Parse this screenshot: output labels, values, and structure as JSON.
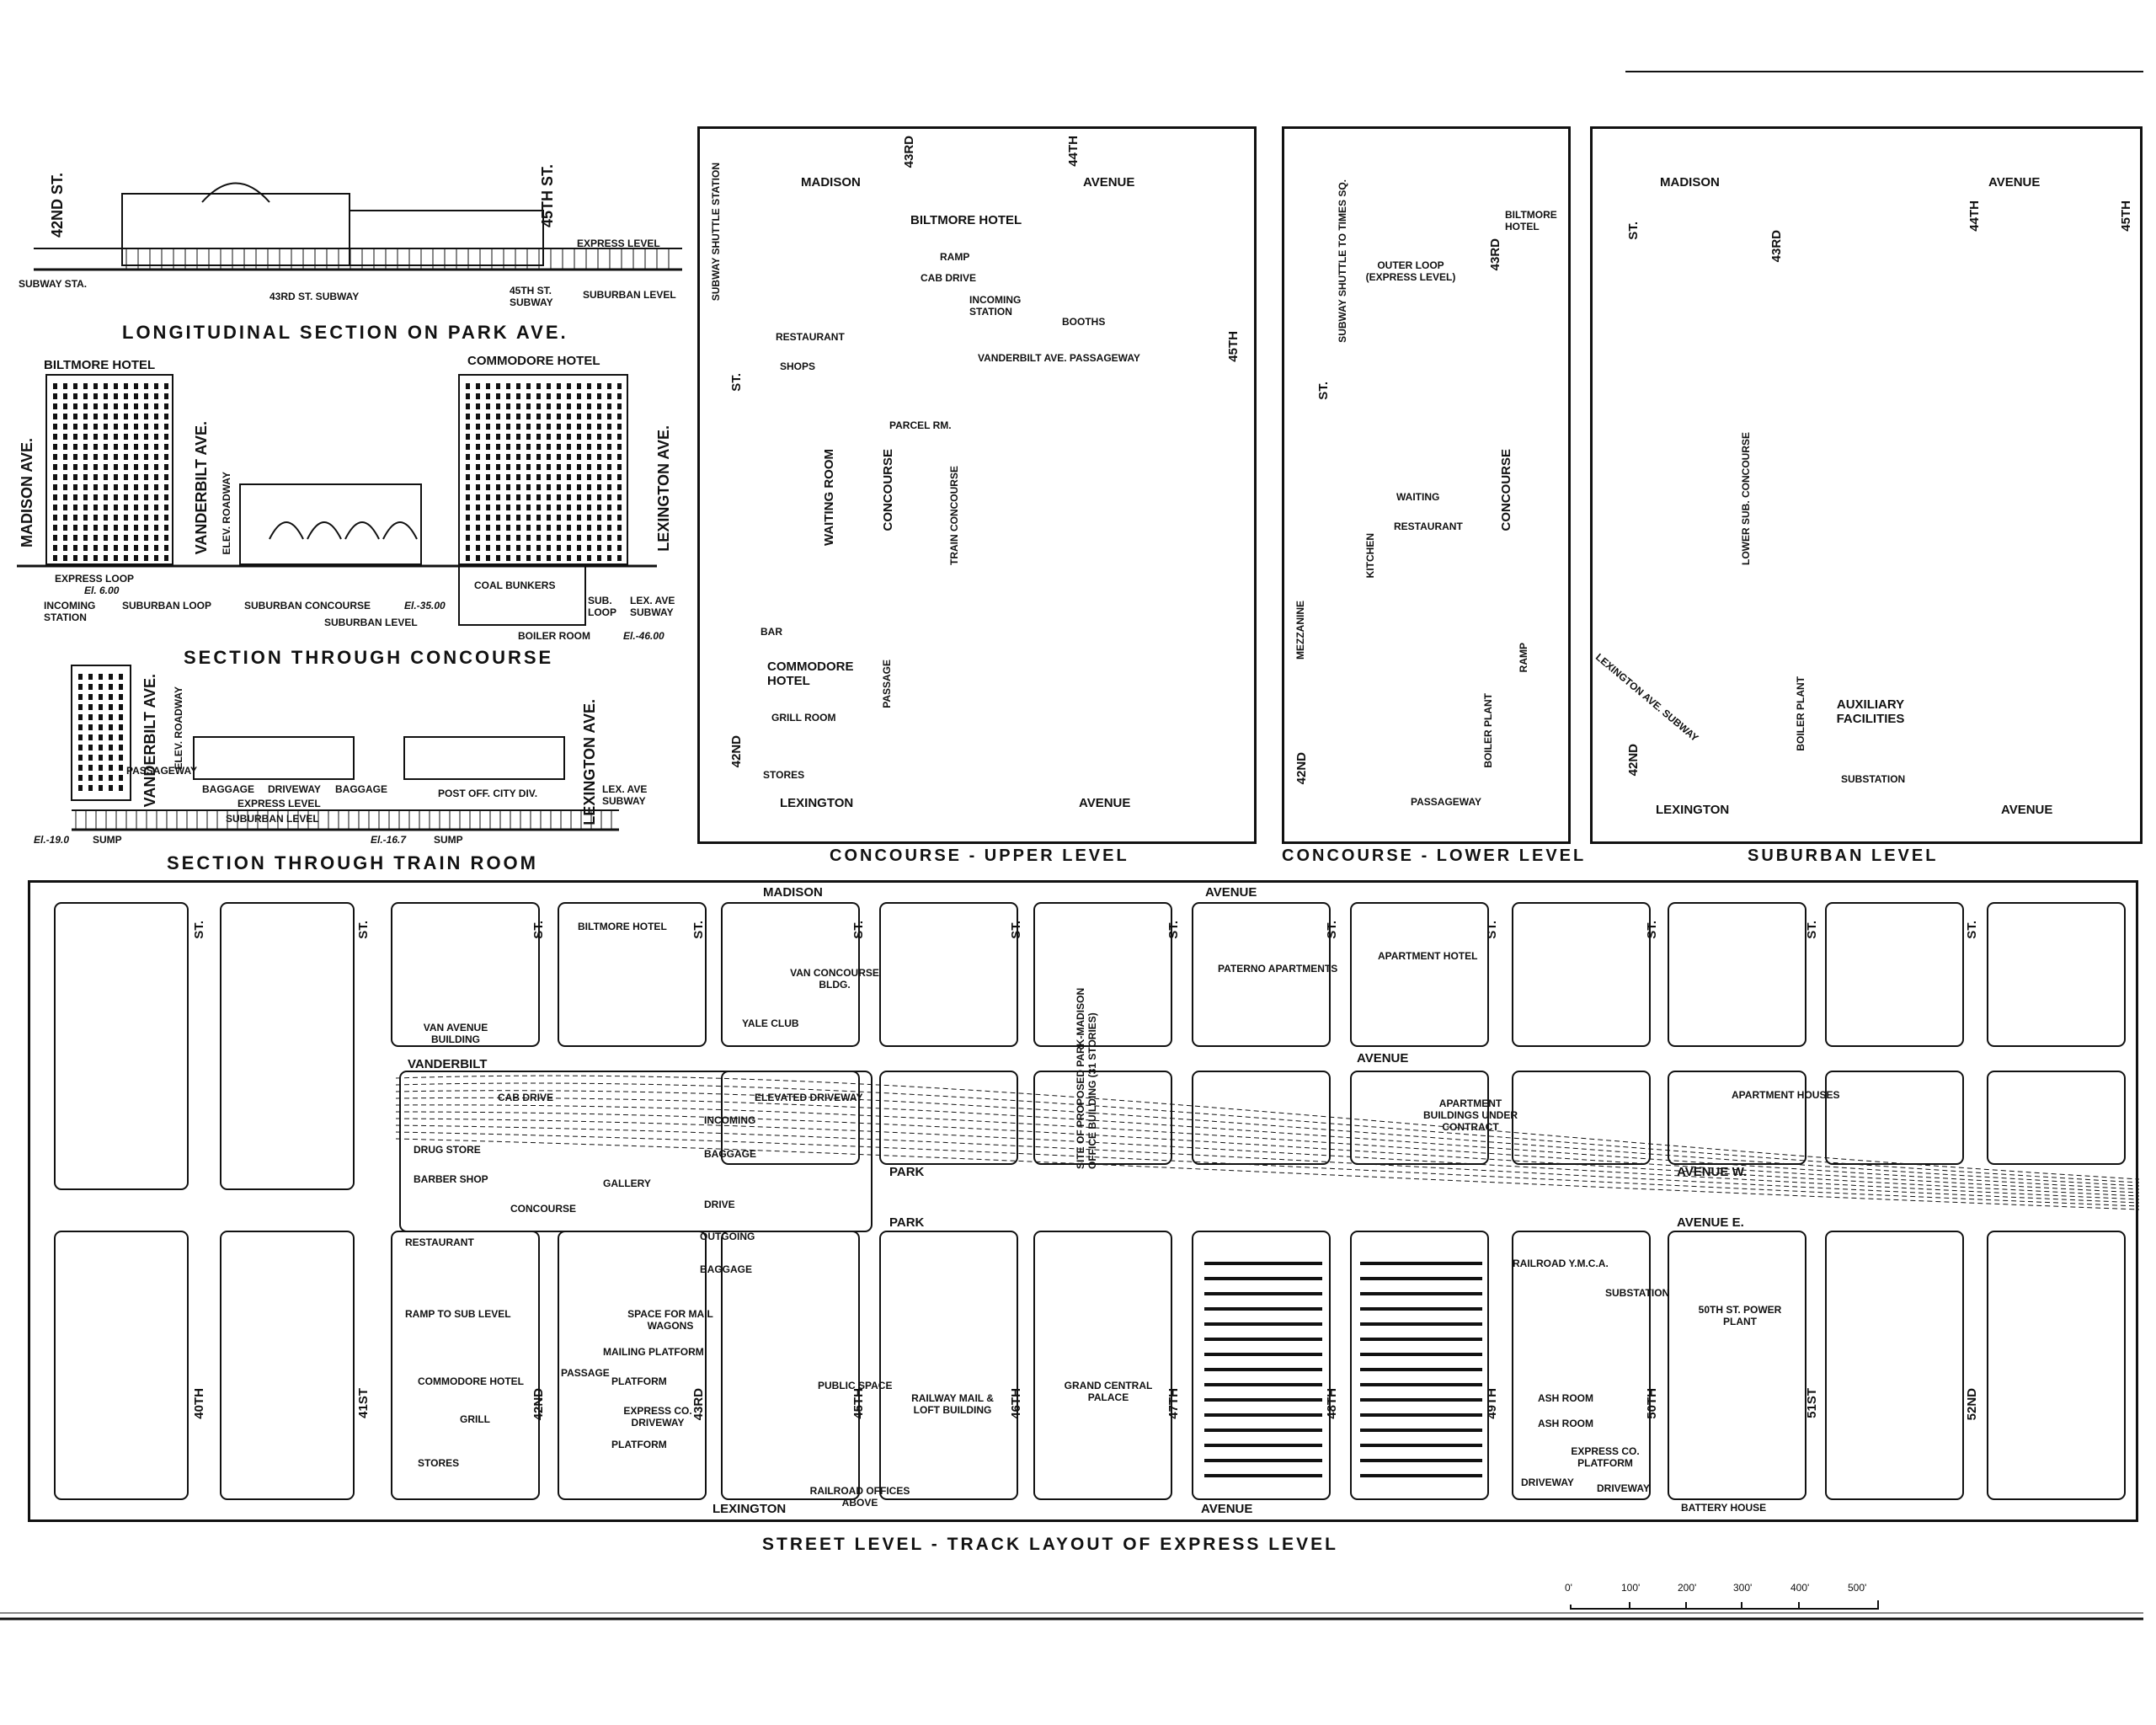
{
  "sections": {
    "longitudinal": {
      "title": "LONGITUDINAL SECTION ON PARK AVE.",
      "labels": [
        "42ND ST.",
        "45TH ST.",
        "EXPRESS LEVEL",
        "SUBWAY STA.",
        "43RD ST. SUBWAY",
        "45TH ST. SUBWAY",
        "SUBURBAN LEVEL"
      ]
    },
    "concourse": {
      "title": "SECTION THROUGH CONCOURSE",
      "labels": [
        "BILTMORE HOTEL",
        "COMMODORE HOTEL",
        "MADISON AVE.",
        "VANDERBILT AVE.",
        "ELEV. ROADWAY",
        "LEXINGTON AVE.",
        "EXPRESS LOOP",
        "El. 6.00",
        "INCOMING STATION",
        "SUBURBAN LOOP",
        "SUBURBAN CONCOURSE",
        "SUBURBAN LEVEL",
        "El.-35.00",
        "COAL BUNKERS",
        "SUB. LOOP",
        "LEX. AVE SUBWAY",
        "BOILER ROOM",
        "El.-46.00"
      ]
    },
    "train_room": {
      "title": "SECTION THROUGH TRAIN ROOM",
      "labels": [
        "VANDERBILT AVE.",
        "ELEV. ROADWAY",
        "LEXINGTON AVE.",
        "PASSAGEWAY",
        "BAGGAGE",
        "DRIVEWAY",
        "BAGGAGE",
        "EXPRESS LEVEL",
        "SUBURBAN LEVEL",
        "POST OFF. CITY DIV.",
        "LEX. AVE SUBWAY",
        "El.-19.0",
        "SUMP",
        "El.-16.7",
        "SUMP"
      ]
    }
  },
  "plans": {
    "upper": {
      "title": "CONCOURSE - UPPER LEVEL",
      "labels": [
        "MADISON",
        "AVENUE",
        "43RD",
        "44TH",
        "45TH",
        "BILTMORE HOTEL",
        "INCOMING STATION",
        "ST.",
        "42ND",
        "SUBWAY SHUTTLE STATION",
        "RESTAURANT",
        "SHOPS",
        "WAITING ROOM",
        "CONCOURSE",
        "TRAIN CONCOURSE",
        "VANDERBILT AVE. PASSAGEWAY",
        "COMMODORE HOTEL",
        "BAR",
        "GRILL ROOM",
        "STORES",
        "PASSAGE",
        "BOOTHS",
        "LEXINGTON",
        "AVENUE",
        "PARCEL RM.",
        "RAMP",
        "CAB DRIVE"
      ]
    },
    "lower": {
      "title": "CONCOURSE - LOWER LEVEL",
      "labels": [
        "OUTER LOOP (EXPRESS LEVEL)",
        "BILTMORE HOTEL",
        "43RD",
        "ST.",
        "SUBWAY SHUTTLE TO TIMES SQ.",
        "MEZZANINE",
        "42ND",
        "KITCHEN",
        "RESTAURANT",
        "WAITING",
        "CONCOURSE",
        "BOILER PLANT",
        "RAMP",
        "PASSAGEWAY"
      ]
    },
    "suburban": {
      "title": "SUBURBAN LEVEL",
      "labels": [
        "MADISON",
        "AVENUE",
        "ST.",
        "43RD",
        "44TH",
        "45TH",
        "LEXINGTON AVE. SUBWAY",
        "42ND",
        "LEXINGTON",
        "AVENUE",
        "AUXILIARY FACILITIES",
        "SUBSTATION",
        "BOILER PLANT",
        "LOWER SUB. CONCOURSE"
      ]
    }
  },
  "street_level": {
    "title": "STREET LEVEL - TRACK LAYOUT OF EXPRESS LEVEL",
    "avenues": {
      "madison": "MADISON",
      "madison_ave": "AVENUE",
      "vanderbilt": "VANDERBILT",
      "vanderbilt_ave": "AVENUE",
      "park1": "PARK",
      "park2": "PARK",
      "avenue_w": "AVENUE W.",
      "avenue_e": "AVENUE E.",
      "lexington": "LEXINGTON",
      "lexington_ave": "AVENUE"
    },
    "streets": [
      "40TH",
      "41ST",
      "42ND",
      "43RD",
      "45TH",
      "46TH",
      "47TH",
      "48TH",
      "49TH",
      "50TH",
      "51ST",
      "52ND"
    ],
    "st": "ST.",
    "buildings": [
      "VAN AVENUE BUILDING",
      "BILTMORE HOTEL",
      "VAN CONCOURSE BLDG.",
      "YALE CLUB",
      "SITE OF PROPOSED PARK-MADISON OFFICE BUILDING (31 STORIES)",
      "PATERNO APARTMENTS",
      "APARTMENT HOTEL",
      "APARTMENT BUILDINGS UNDER CONTRACT",
      "APARTMENT HOUSES",
      "INCOMING",
      "BAGGAGE",
      "DRIVE",
      "OUTGOING",
      "BAGGAGE",
      "ELEVATED DRIVEWAY",
      "CAB DRIVE",
      "GALLERY",
      "CONCOURSE",
      "DRUG STORE",
      "BARBER SHOP",
      "RESTAURANT",
      "RAMP TO SUB LEVEL",
      "COMMODORE HOTEL",
      "GRILL",
      "STORES",
      "PASSAGE",
      "SPACE FOR MAIL WAGONS",
      "MAILING PLATFORM",
      "PLATFORM",
      "EXPRESS CO. DRIVEWAY",
      "PLATFORM",
      "PUBLIC SPACE",
      "RAILWAY MAIL & LOFT BUILDING",
      "GRAND CENTRAL PALACE",
      "RAILROAD OFFICES ABOVE",
      "RAILROAD Y.M.C.A.",
      "50TH ST. POWER PLANT",
      "SUBSTATION",
      "ASH ROOM",
      "ASH ROOM",
      "EXPRESS CO. PLATFORM",
      "DRIVEWAY",
      "DRIVEWAY",
      "BATTERY HOUSE"
    ]
  },
  "scale": {
    "ticks": [
      "0'",
      "100'",
      "200'",
      "300'",
      "400'",
      "500'"
    ]
  }
}
